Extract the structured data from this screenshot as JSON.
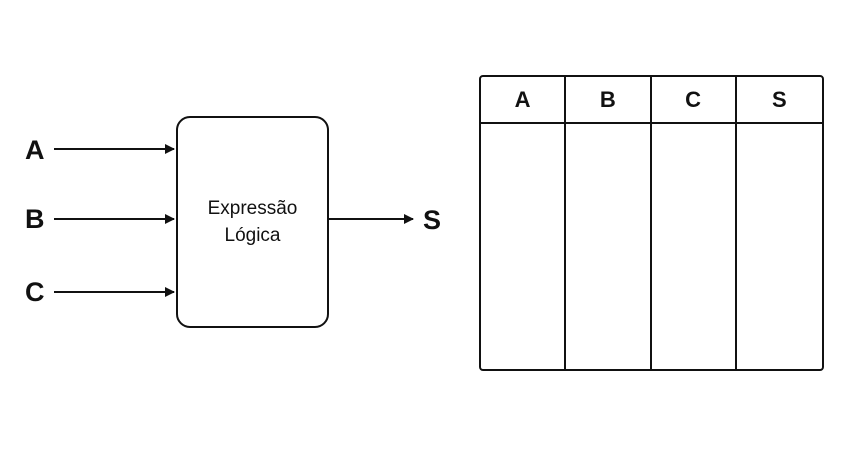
{
  "diagram": {
    "inputs": [
      "A",
      "B",
      "C"
    ],
    "block_text": [
      "Expressão",
      "Lógica"
    ],
    "output": "S"
  },
  "truth_table": {
    "headers": [
      "A",
      "B",
      "C",
      "S"
    ],
    "rows": []
  }
}
